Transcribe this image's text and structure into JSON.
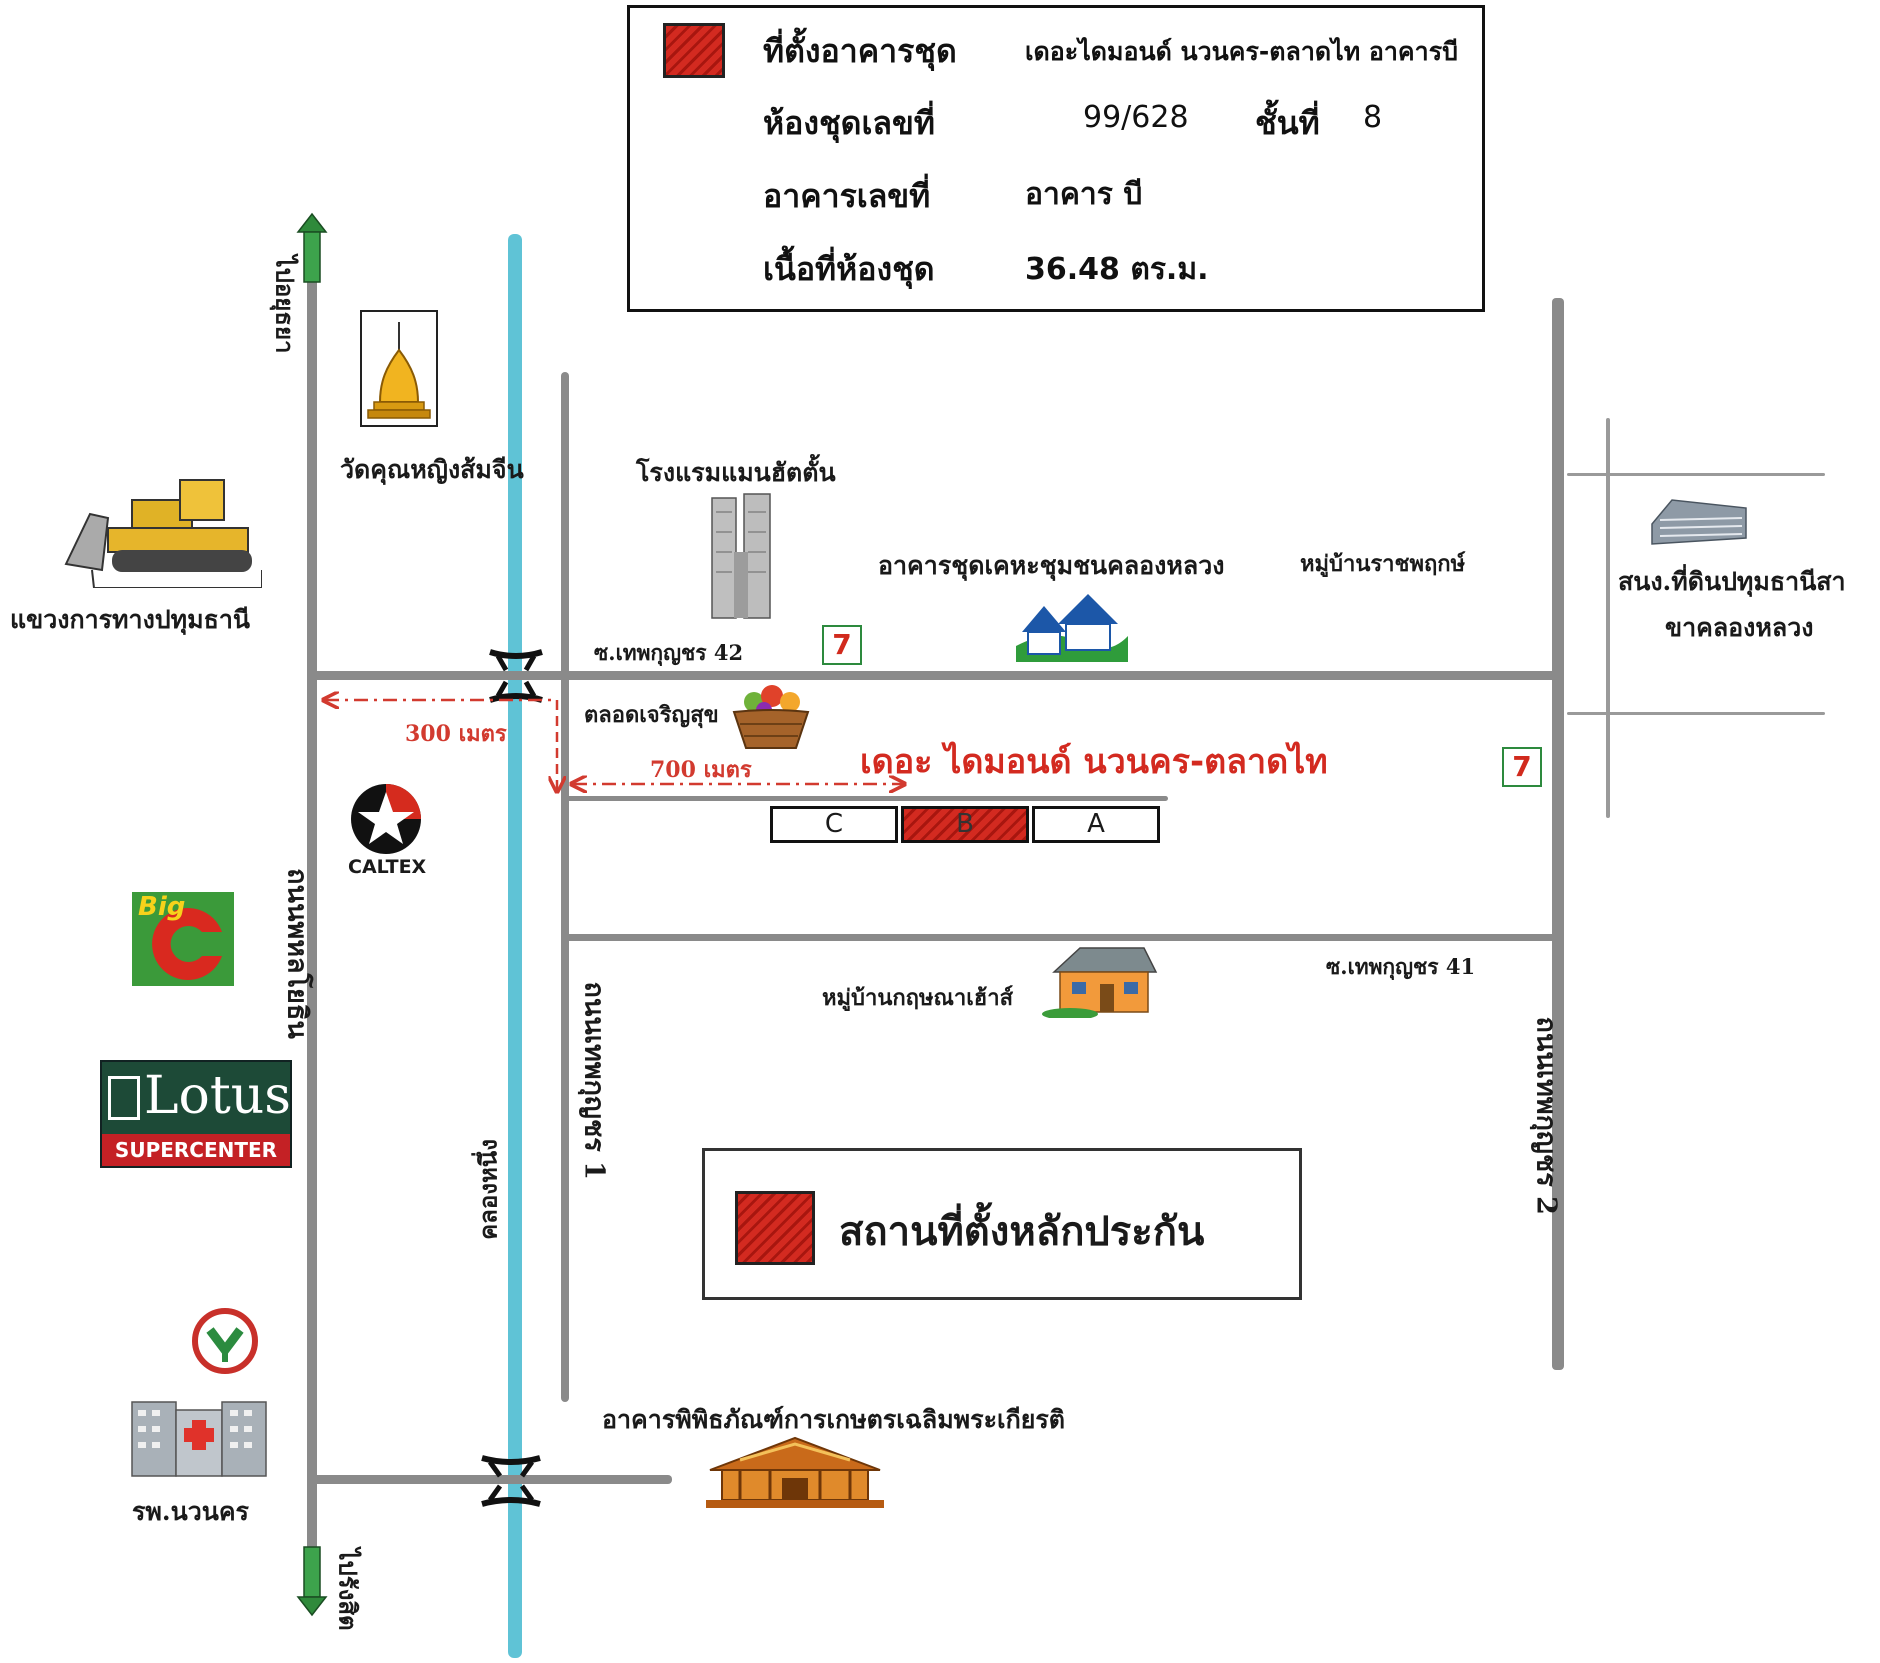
{
  "info_box": {
    "building_label": "ที่ตั้งอาคารชุด",
    "building_value": "เดอะไดมอนด์ นวนคร-ตลาดไท อาคารบี",
    "unit_label": "ห้องชุดเลขที่",
    "unit_value": "99/628",
    "floor_label": "ชั้นที่",
    "floor_value": "8",
    "building_no_label": "อาคารเลขที่",
    "building_no_value": "อาคาร บี",
    "area_label": "เนื้อที่ห้องชุด",
    "area_value": "36.48 ตร.ม."
  },
  "roads": {
    "main_road": "ถนนพหลโยธิน",
    "to_north": "ไปอยุธยา",
    "to_south": "ไปรังสิต",
    "canal": "คลองหนึ่ง",
    "thep_road_1": "ถนนเทพกุญชร 1",
    "thep_road_2": "ถนนเทพกุญชร 2",
    "soi_42": "ซ.เทพกุญชร 42",
    "soi_41": "ซ.เทพกุญชร 41"
  },
  "landmarks": {
    "temple": "วัดคุณหญิงส้มจีน",
    "highway_office": "แขวงการทางปทุมธานี",
    "hotel": "โรงแรมแมนฮัตตั้น",
    "housing": "อาคารชุดเคหะชุมชนคลองหลวง",
    "village_rat": "หมู่บ้านราชพฤกษ์",
    "land_office_line1": "สนง.ที่ดินปทุมธานีสา",
    "land_office_line2": "ขาคลองหลวง",
    "market": "ตลอดเจริญสุข",
    "caltex": "CALTEX",
    "big_c": "Big",
    "lotus": "Lotus",
    "lotus_sub": "SUPERCENTER",
    "village_krit": "หมู่บ้านกฤษณาเฮ้าส์",
    "museum": "อาคารพิพิธภัณฑ์การเกษตรเฉลิมพระเกียรติ",
    "hospital": "รพ.นวนคร",
    "seven_eleven": "7"
  },
  "project": {
    "name": "เดอะ ไดมอนด์ นวนคร-ตลาดไท",
    "distance_300": "300 เมตร",
    "distance_700": "700 เมตร",
    "building_c": "C",
    "building_b": "B",
    "building_a": "A"
  },
  "legend": {
    "label": "สถานที่ตั้งหลักประกัน"
  },
  "colors": {
    "road": "#8a8a8a",
    "canal": "#5fc3d6",
    "accent_red": "#d32a20",
    "arrow_green": "#2f8a3b",
    "distance_red": "#d23a2f"
  }
}
